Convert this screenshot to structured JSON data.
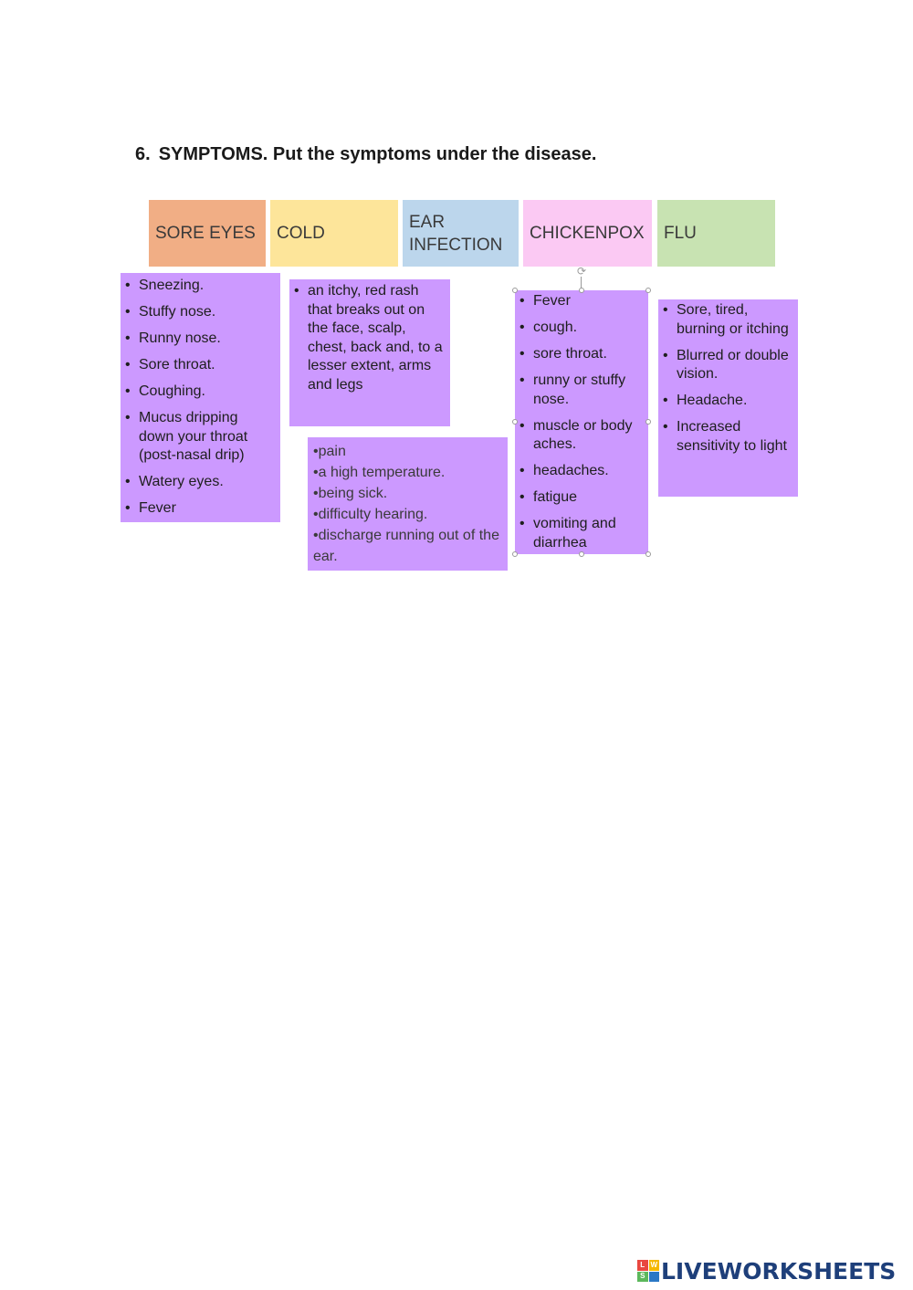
{
  "exercise": {
    "number": "6.",
    "instruction": "SYMPTOMS. Put the symptoms under the disease."
  },
  "diseases": [
    {
      "label": "SORE EYES",
      "color": "#f1ae85"
    },
    {
      "label": "COLD",
      "color": "#fde59a"
    },
    {
      "label": "EAR INFECTION",
      "color": "#bcd6ec"
    },
    {
      "label": "CHICKENPOX",
      "color": "#fbc9f3"
    },
    {
      "label": "FLU",
      "color": "#c8e3b2"
    }
  ],
  "symptom_cards": {
    "card_color": "#cc99ff",
    "cold_list": [
      "Sneezing.",
      "Stuffy nose.",
      "Runny nose.",
      "Sore throat.",
      "Coughing.",
      "Mucus dripping down your throat (post-nasal drip)",
      "Watery eyes.",
      "Fever"
    ],
    "chickenpox_rash": [
      "an itchy, red rash that breaks out on the face, scalp, chest, back and, to a lesser extent, arms and legs"
    ],
    "ear_infection_list": [
      "•pain",
      "•a high temperature.",
      "•being sick.",
      "•difficulty hearing.",
      "•discharge running out of the ear."
    ],
    "flu_list": [
      "Fever",
      "cough.",
      "sore throat.",
      "runny or stuffy nose.",
      "muscle or body aches.",
      "headaches.",
      "fatigue",
      "vomiting and diarrhea"
    ],
    "sore_eyes_list": [
      "Sore, tired, burning or itching",
      "Blurred or double vision.",
      "Headache.",
      "Increased sensitivity to light"
    ]
  },
  "branding": {
    "logo_letters": [
      "L",
      "W",
      "S",
      ""
    ],
    "logo_colors": [
      "#e9473f",
      "#f5b800",
      "#5cb85c",
      "#2b78c5"
    ],
    "name": "LIVEWORKSHEETS"
  }
}
